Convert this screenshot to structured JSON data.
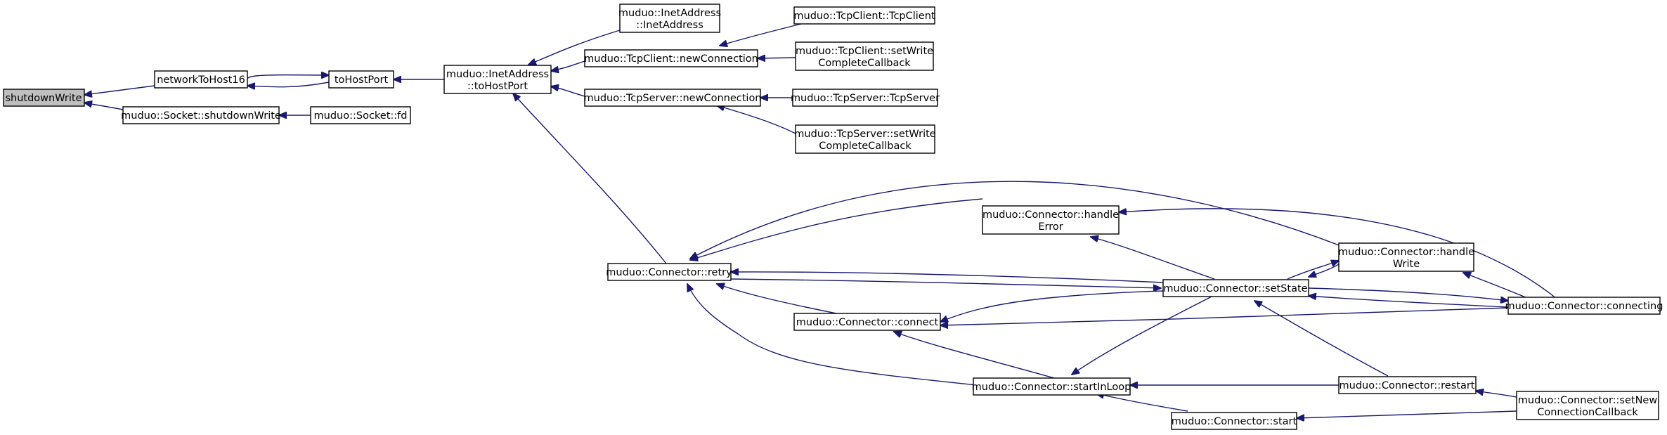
{
  "diagram": {
    "focus": "shutdownWrite",
    "nodes": {
      "shutdownWrite": [
        "shutdownWrite"
      ],
      "networkToHost16": [
        "networkToHost16"
      ],
      "socket_shutdownWrite": [
        "muduo::Socket::shutdownWrite"
      ],
      "toHostPort": [
        "toHostPort"
      ],
      "socket_fd": [
        "muduo::Socket::fd"
      ],
      "inet_toHostPort": [
        "muduo::InetAddress",
        "::toHostPort"
      ],
      "inet_ctor": [
        "muduo::InetAddress",
        "::InetAddress"
      ],
      "client_newConnection": [
        "muduo::TcpClient::newConnection"
      ],
      "server_newConnection": [
        "muduo::TcpServer::newConnection"
      ],
      "client_ctor": [
        "muduo::TcpClient::TcpClient"
      ],
      "client_setWrite": [
        "muduo::TcpClient::setWrite",
        "CompleteCallback"
      ],
      "server_ctor": [
        "muduo::TcpServer::TcpServer"
      ],
      "server_setWrite": [
        "muduo::TcpServer::setWrite",
        "CompleteCallback"
      ],
      "retry": [
        "muduo::Connector::retry"
      ],
      "handleError": [
        "muduo::Connector::handle",
        "Error"
      ],
      "setState": [
        "muduo::Connector::setState"
      ],
      "handleWrite": [
        "muduo::Connector::handle",
        "Write"
      ],
      "connect": [
        "muduo::Connector::connect"
      ],
      "connecting": [
        "muduo::Connector::connecting"
      ],
      "startInLoop": [
        "muduo::Connector::startInLoop"
      ],
      "restart": [
        "muduo::Connector::restart"
      ],
      "setNewConnCb": [
        "muduo::Connector::setNew",
        "ConnectionCallback"
      ],
      "start": [
        "muduo::Connector::start"
      ]
    }
  }
}
